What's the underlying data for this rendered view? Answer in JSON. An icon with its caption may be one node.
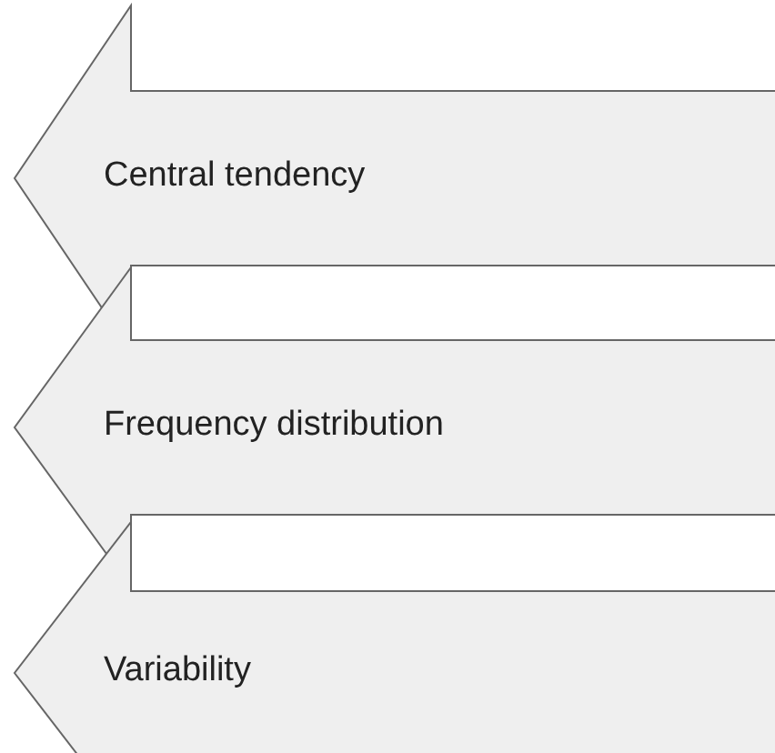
{
  "diagram": {
    "nodes": [
      {
        "text": [
          "Central tendency"
        ]
      },
      {
        "text": [
          "Frequency distribution"
        ]
      },
      {
        "text": [
          "Variability"
        ]
      }
    ]
  }
}
